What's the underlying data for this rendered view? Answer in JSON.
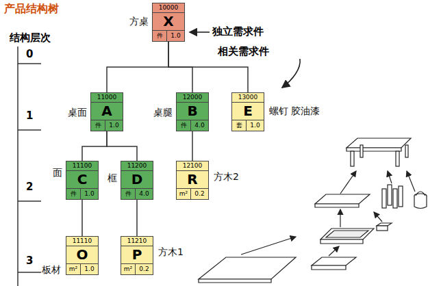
{
  "diagram": {
    "title": "产品结构树",
    "nodes": [
      {
        "text": [
          "10000",
          "X",
          "件",
          "1.0",
          "方桌"
        ]
      },
      {
        "text": [
          "11000",
          "A",
          "件",
          "1.0",
          "桌面"
        ]
      },
      {
        "text": [
          "12000",
          "B",
          "件",
          "4.0",
          "桌腿"
        ]
      },
      {
        "text": [
          "13000",
          "E",
          "套",
          "1.0",
          "螺钉 胶油漆"
        ]
      },
      {
        "text": [
          "11100",
          "C",
          "件",
          "1.0",
          "面"
        ]
      },
      {
        "text": [
          "11200",
          "D",
          "件",
          "4.0",
          "框"
        ]
      },
      {
        "text": [
          "12100",
          "R",
          "m²",
          "0.2",
          "方木2"
        ]
      },
      {
        "text": [
          "11110",
          "O",
          "m²",
          "1.0",
          "板材"
        ]
      },
      {
        "text": [
          "11210",
          "P",
          "m²",
          "0.2",
          "方木1"
        ]
      }
    ],
    "edges": [
      {
        "from": 0,
        "to": 1,
        "arrow": "none"
      },
      {
        "from": 0,
        "to": 2,
        "arrow": "none"
      },
      {
        "from": 0,
        "to": 3,
        "arrow": "none"
      },
      {
        "from": 1,
        "to": 4,
        "arrow": "none"
      },
      {
        "from": 1,
        "to": 5,
        "arrow": "none"
      },
      {
        "from": 2,
        "to": 6,
        "arrow": "none"
      },
      {
        "from": 4,
        "to": 7,
        "arrow": "none"
      },
      {
        "from": 5,
        "to": 8,
        "arrow": "none"
      }
    ],
    "labels": [
      "结构层次",
      "0",
      "1",
      "2",
      "3",
      "独立需求件",
      "相关需求件"
    ]
  }
}
